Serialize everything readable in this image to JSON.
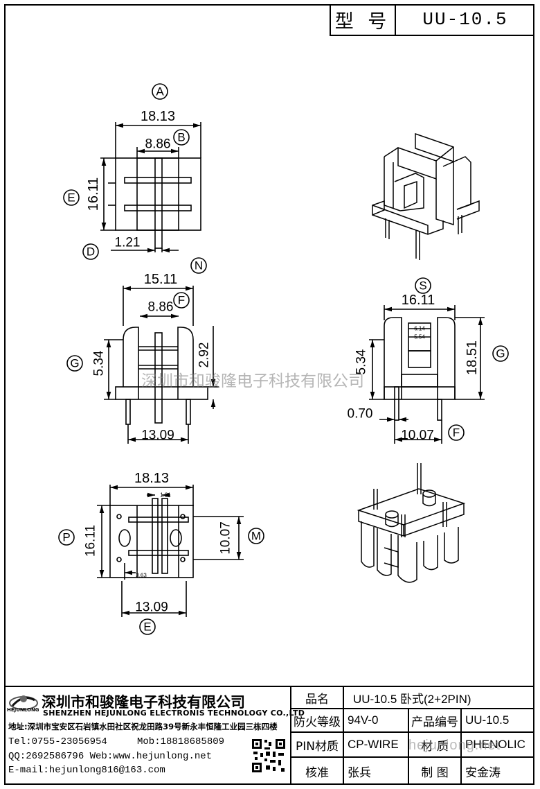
{
  "header": {
    "model_label": "型 号",
    "model_value": "UU-10.5"
  },
  "watermark": {
    "company": "深圳市和骏隆电子科技有限公司",
    "site": "hejunlong.net"
  },
  "views": {
    "top": {
      "letters": [
        "A",
        "B",
        "E",
        "D"
      ],
      "dims": [
        "18.13",
        "8.86",
        "16.11",
        "1.21"
      ]
    },
    "front": {
      "letters": [
        "N",
        "F",
        "G"
      ],
      "dims": [
        "15.11",
        "8.86",
        "5.34",
        "2.92",
        "13.09"
      ]
    },
    "side": {
      "letters": [
        "S",
        "G",
        "F"
      ],
      "dims": [
        "16.11",
        "6.14",
        "5.54",
        "5.34",
        "18.51",
        "0.70",
        "10.07"
      ]
    },
    "bottom": {
      "letters": [
        "P",
        "M",
        "E"
      ],
      "dims": [
        "18.13",
        "1.21",
        "16.11",
        "10.07",
        "3.63",
        "13.09"
      ]
    }
  },
  "company": {
    "name_cn": "深圳市和骏隆电子科技有限公司",
    "name_en": "SHENZHEN HEJUNLONG ELECTRONIS TECHNOLOGY CO.,LTD",
    "address": "地址:深圳市宝安区石岩镇水田社区祝龙田路39号新永丰恒隆工业园三栋四楼",
    "tel": "Tel:0755-23056954",
    "mob": "Mob:18818685809",
    "qq_web": "QQ:2692586796 Web:www.hejunlong.net",
    "email": "E-mail:hejunlong816@163.com",
    "logo_text": "HEJUNLONG"
  },
  "spec_table": {
    "rows": [
      [
        "品名",
        "UU-10.5 卧式(2+2PIN)"
      ],
      [
        "防火等级",
        "94V-0",
        "产品编号",
        "UU-10.5"
      ],
      [
        "PIN材质",
        "CP-WIRE",
        "材 质",
        "PHENOLIC"
      ],
      [
        "核准",
        "张兵",
        "制 图",
        "安金涛"
      ]
    ]
  }
}
